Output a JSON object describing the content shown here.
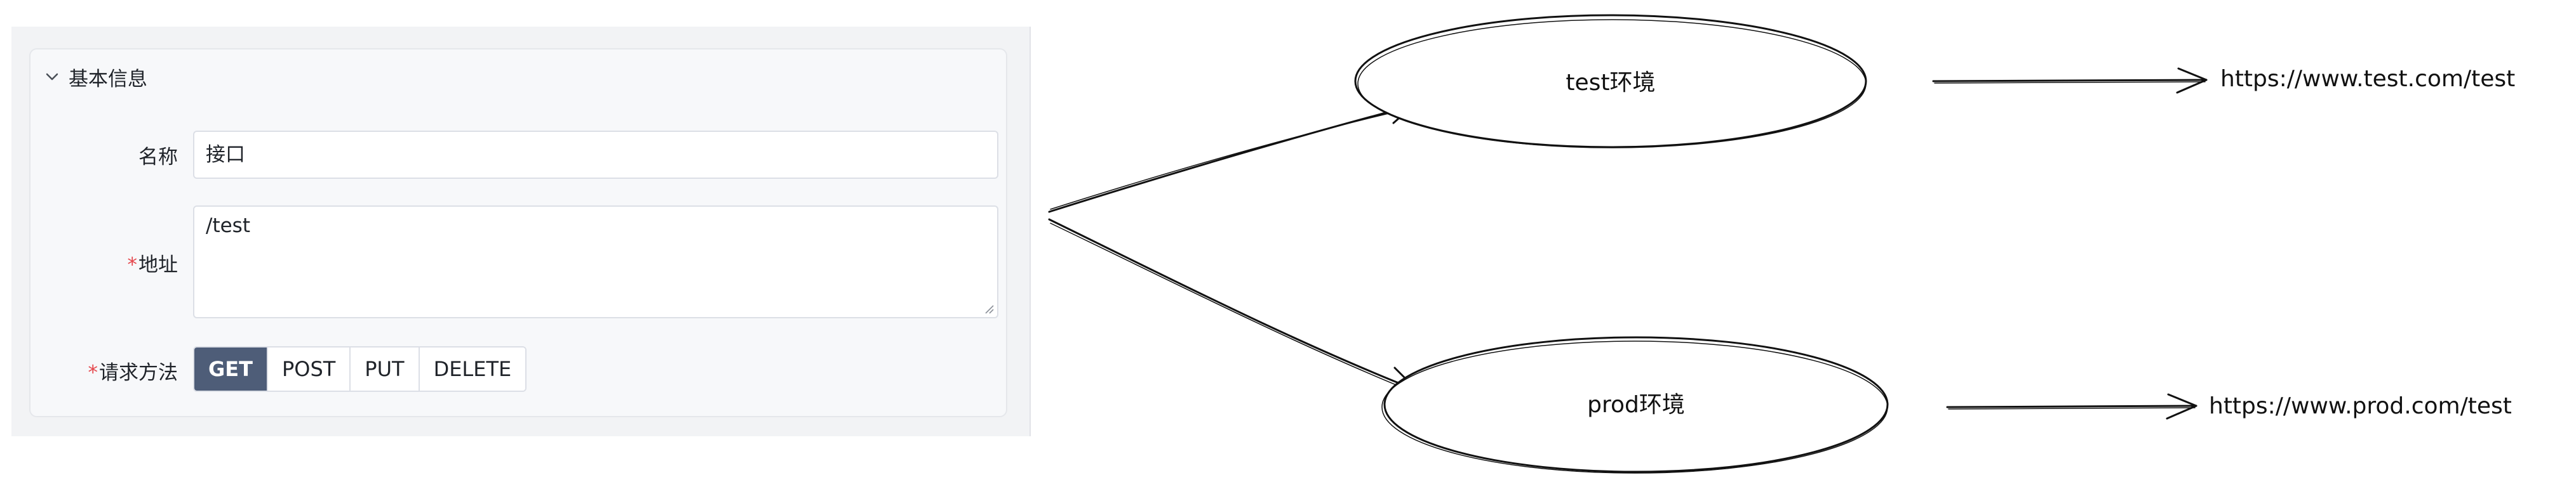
{
  "form": {
    "section_title": "基本信息",
    "name": {
      "label": "名称",
      "value": "接口"
    },
    "address": {
      "label": "地址",
      "required_mark": "*",
      "value": "/test"
    },
    "method": {
      "label": "请求方法",
      "required_mark": "*",
      "options": [
        "GET",
        "POST",
        "PUT",
        "DELETE"
      ],
      "selected": "GET"
    }
  },
  "diagram": {
    "nodes": {
      "test_env": "test环境",
      "prod_env": "prod环境"
    },
    "urls": {
      "test_url": "https://www.test.com/test",
      "prod_url": "https://www.prod.com/test"
    }
  },
  "colors": {
    "required": "#e5484d",
    "active_button": "#4e5d78",
    "panel_background": "#f2f3f5",
    "stroke": "#111111"
  },
  "icons": [
    "chevron-down-icon",
    "resize-handle-icon"
  ]
}
